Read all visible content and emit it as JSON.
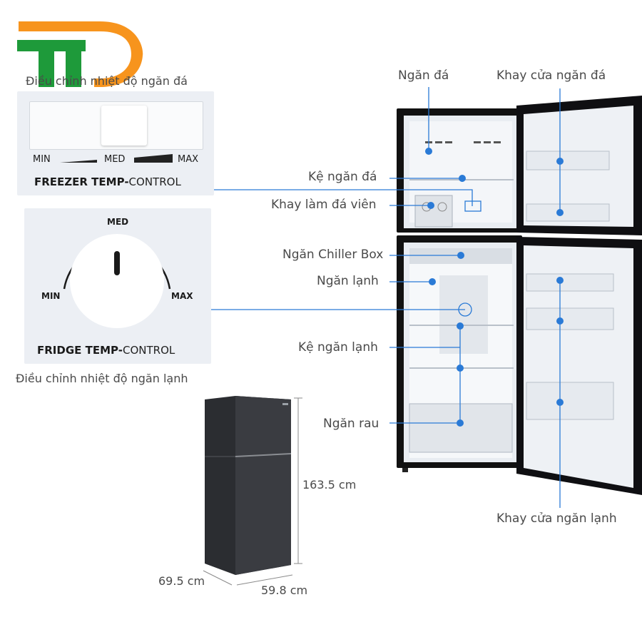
{
  "logo": {
    "text": "TD",
    "colors": {
      "green": "#1e9a3a",
      "orange": "#f7941d"
    }
  },
  "freezer_control": {
    "caption": "Điều chỉnh nhiệt độ ngăn đá",
    "min": "MIN",
    "med": "MED",
    "max": "MAX",
    "title_bold": "FREEZER TEMP-",
    "title_light": "CONTROL"
  },
  "fridge_control": {
    "caption": "Điều chỉnh nhiệt độ ngăn lạnh",
    "min": "MIN",
    "med": "MED",
    "max": "MAX",
    "title_bold": "FRIDGE TEMP-",
    "title_light": "CONTROL"
  },
  "fridge_labels": {
    "freezer_compartment": "Ngăn đá",
    "freezer_door_tray": "Khay cửa ngăn đá",
    "freezer_shelf": "Kệ ngăn đá",
    "ice_tray": "Khay làm đá viên",
    "chiller_box": "Ngăn Chiller Box",
    "fridge_compartment": "Ngăn lạnh",
    "fridge_shelf": "Kệ ngăn lạnh",
    "vegetable_drawer": "Ngăn rau",
    "fridge_door_tray": "Khay cửa ngăn lạnh"
  },
  "dimensions": {
    "height": "163.5 cm",
    "depth": "69.5 cm",
    "width": "59.8 cm"
  },
  "accent_color": "#2a7ad6"
}
